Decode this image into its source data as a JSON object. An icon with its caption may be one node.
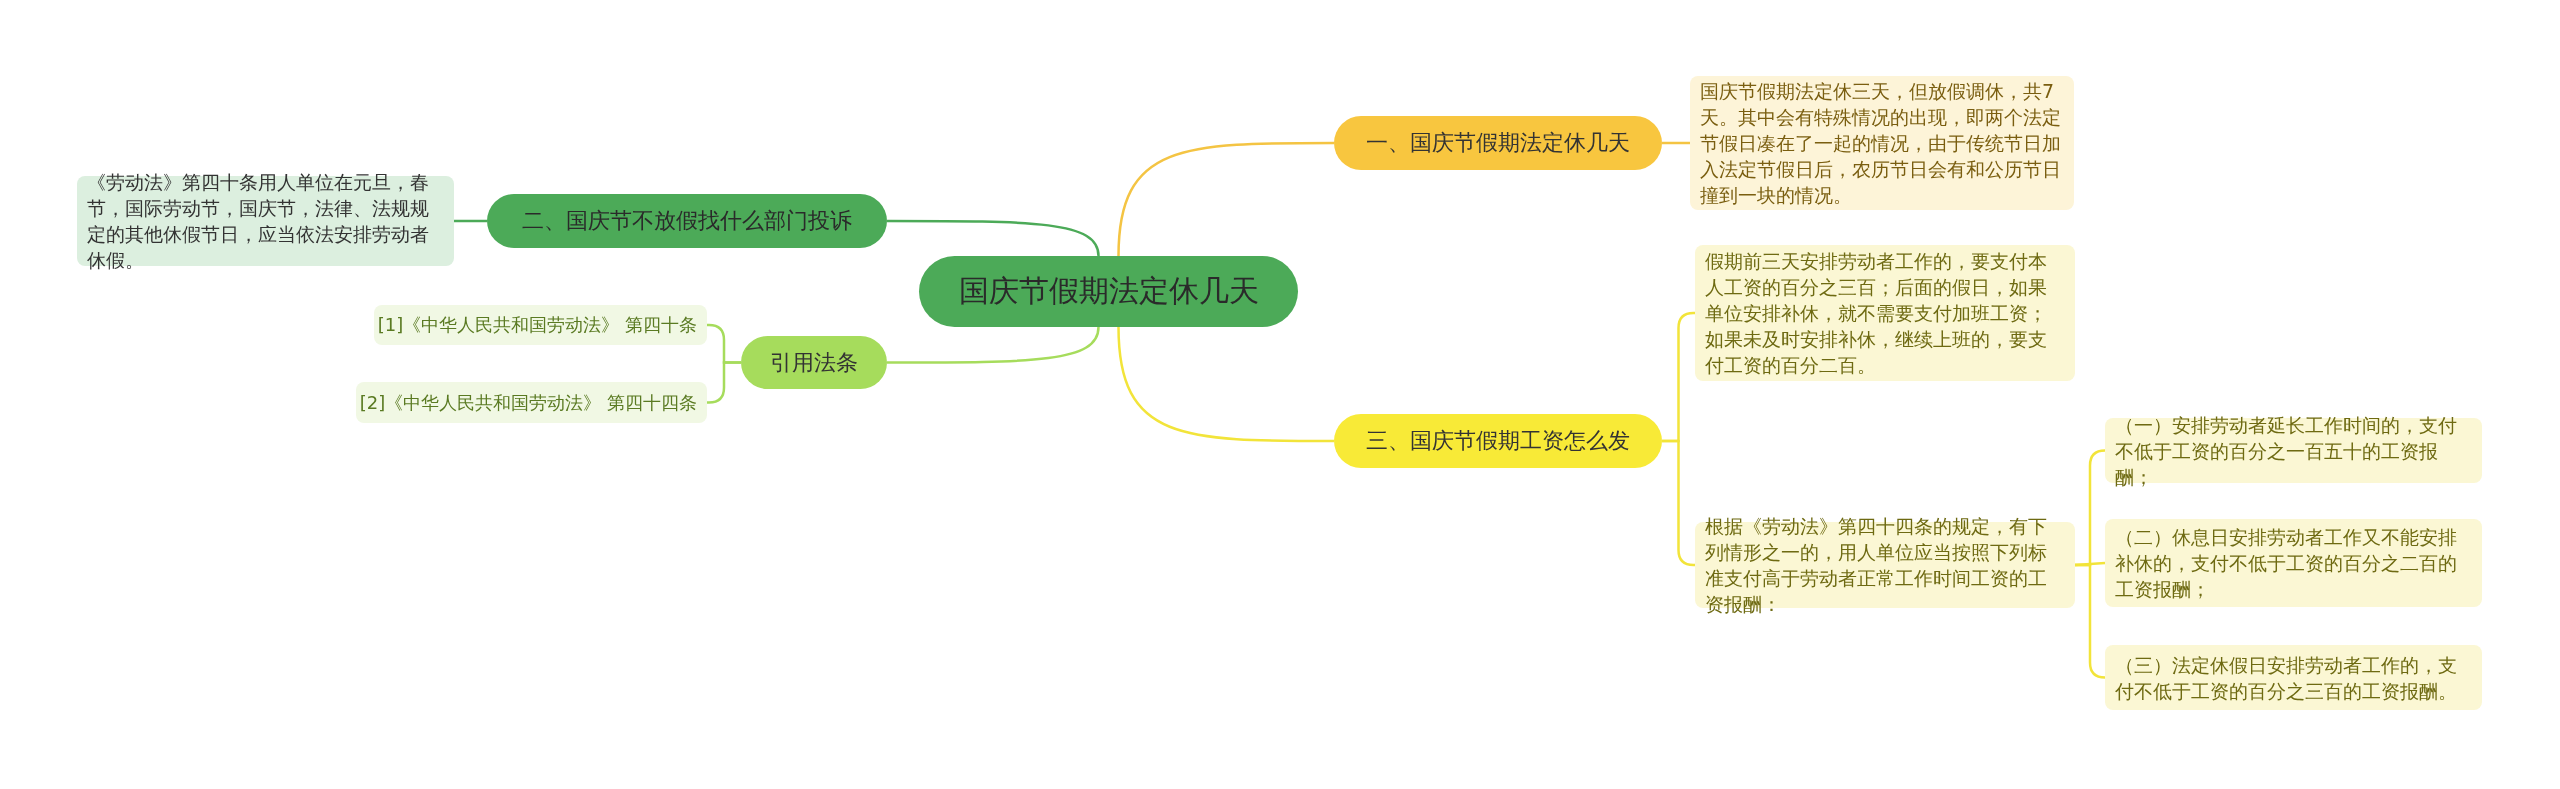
{
  "diagram": {
    "nodes": [
      {
        "text": [
          "国庆节假期法定休几天"
        ]
      },
      {
        "text": [
          "一、国庆节假期法定休几天"
        ]
      },
      {
        "text": [
          "国庆节假期法定休三天，但放假调休，共7天。其中会有特殊情况的出现，即两个法定节假日凑在了一起的情况，由于传统节日加入法定节假日后，农历节日会有和公历节日撞到一块的情况。"
        ]
      },
      {
        "text": [
          "三、国庆节假期工资怎么发"
        ]
      },
      {
        "text": [
          "假期前三天安排劳动者工作的，要支付本人工资的百分之三百；后面的假日，如果单位安排补休，就不需要支付加班工资；如果未及时安排补休，继续上班的，要支付工资的百分二百。"
        ]
      },
      {
        "text": [
          "根据《劳动法》第四十四条的规定，有下列情形之一的，用人单位应当按照下列标准支付高于劳动者正常工作时间工资的工资报酬："
        ]
      },
      {
        "text": [
          "（一）安排劳动者延长工作时间的，支付不低于工资的百分之一百五十的工资报酬；"
        ]
      },
      {
        "text": [
          "（二）休息日安排劳动者工作又不能安排补休的，支付不低于工资的百分之二百的工资报酬；"
        ]
      },
      {
        "text": [
          "（三）法定休假日安排劳动者工作的，支付不低于工资的百分之三百的工资报酬。"
        ]
      },
      {
        "text": [
          "二、国庆节不放假找什么部门投诉"
        ]
      },
      {
        "text": [
          "《劳动法》第四十条用人单位在元旦，春节，国际劳动节，国庆节，法律、法规规定的其他休假节日，应当依法安排劳动者休假。"
        ]
      },
      {
        "text": [
          "引用法条"
        ]
      },
      {
        "text": [
          "[1]《中华人民共和国劳动法》 第四十条"
        ]
      },
      {
        "text": [
          "[2]《中华人民共和国劳动法》 第四十四条"
        ]
      }
    ],
    "edges": [
      {
        "from": 0,
        "to": 1,
        "arrow": "none",
        "color": "#f4c443"
      },
      {
        "from": 1,
        "to": 2,
        "arrow": "none",
        "color": "#f4c443"
      },
      {
        "from": 0,
        "to": 3,
        "arrow": "none"
      },
      {
        "from": 3,
        "to": 4,
        "arrow": "none"
      },
      {
        "from": 3,
        "to": 5,
        "arrow": "none"
      },
      {
        "from": 5,
        "to": 6,
        "arrow": "none"
      },
      {
        "from": 5,
        "to": 7,
        "arrow": "none"
      },
      {
        "from": 5,
        "to": 8,
        "arrow": "none"
      },
      {
        "from": 0,
        "to": 9,
        "arrow": "none",
        "color": "#4caa58"
      },
      {
        "from": 9,
        "to": 10,
        "arrow": "none",
        "color": "#4caa58"
      },
      {
        "from": 0,
        "to": 11,
        "arrow": "none",
        "color": "#a6dc5c"
      },
      {
        "from": 11,
        "to": 12,
        "arrow": "none",
        "color": "#a6dc5c"
      },
      {
        "from": 11,
        "to": 13,
        "arrow": "none",
        "color": "#a6dc5c"
      }
    ]
  }
}
